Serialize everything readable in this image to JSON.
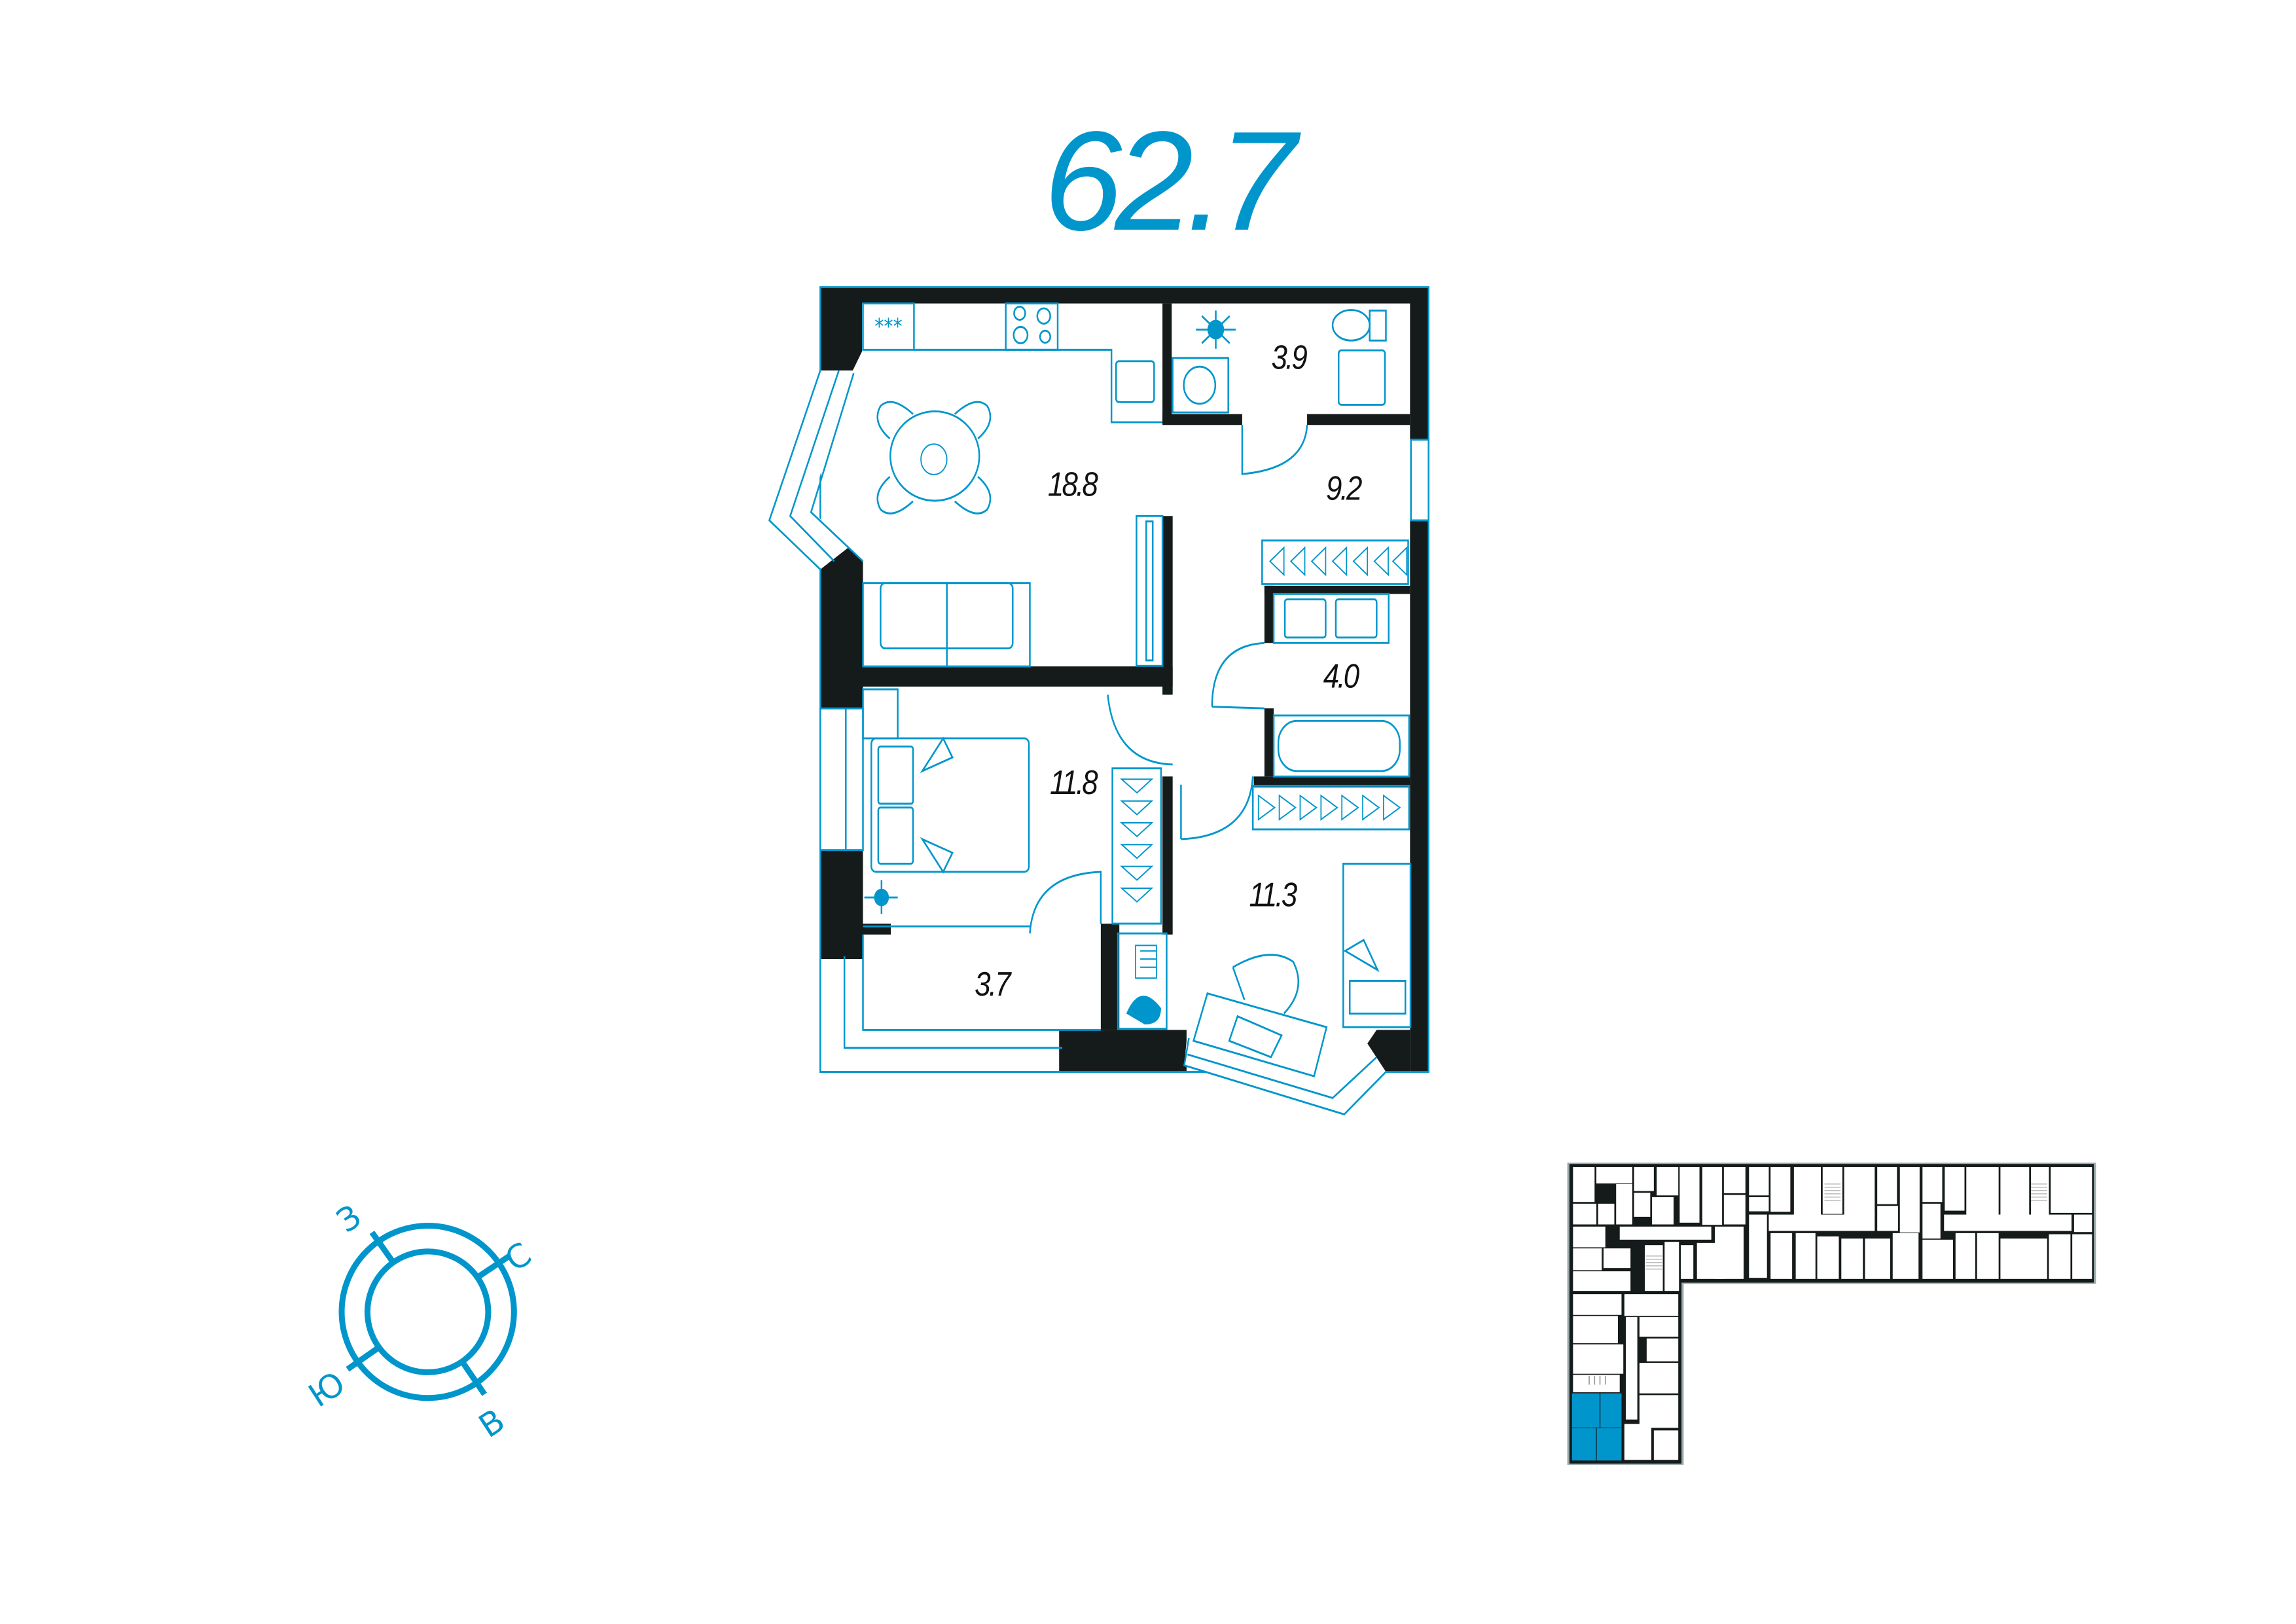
{
  "title": "62.7",
  "rooms": {
    "kitchen_living": "18.8",
    "bathroom_small": "3.9",
    "hallway": "9.2",
    "bathroom": "4.0",
    "bedroom": "11.8",
    "room": "11.3",
    "loggia": "3.7"
  },
  "compass": {
    "west": "З",
    "north": "С",
    "south": "Ю",
    "east": "В"
  },
  "colors": {
    "accent": "#0096cc",
    "wall": "#151a1a"
  }
}
